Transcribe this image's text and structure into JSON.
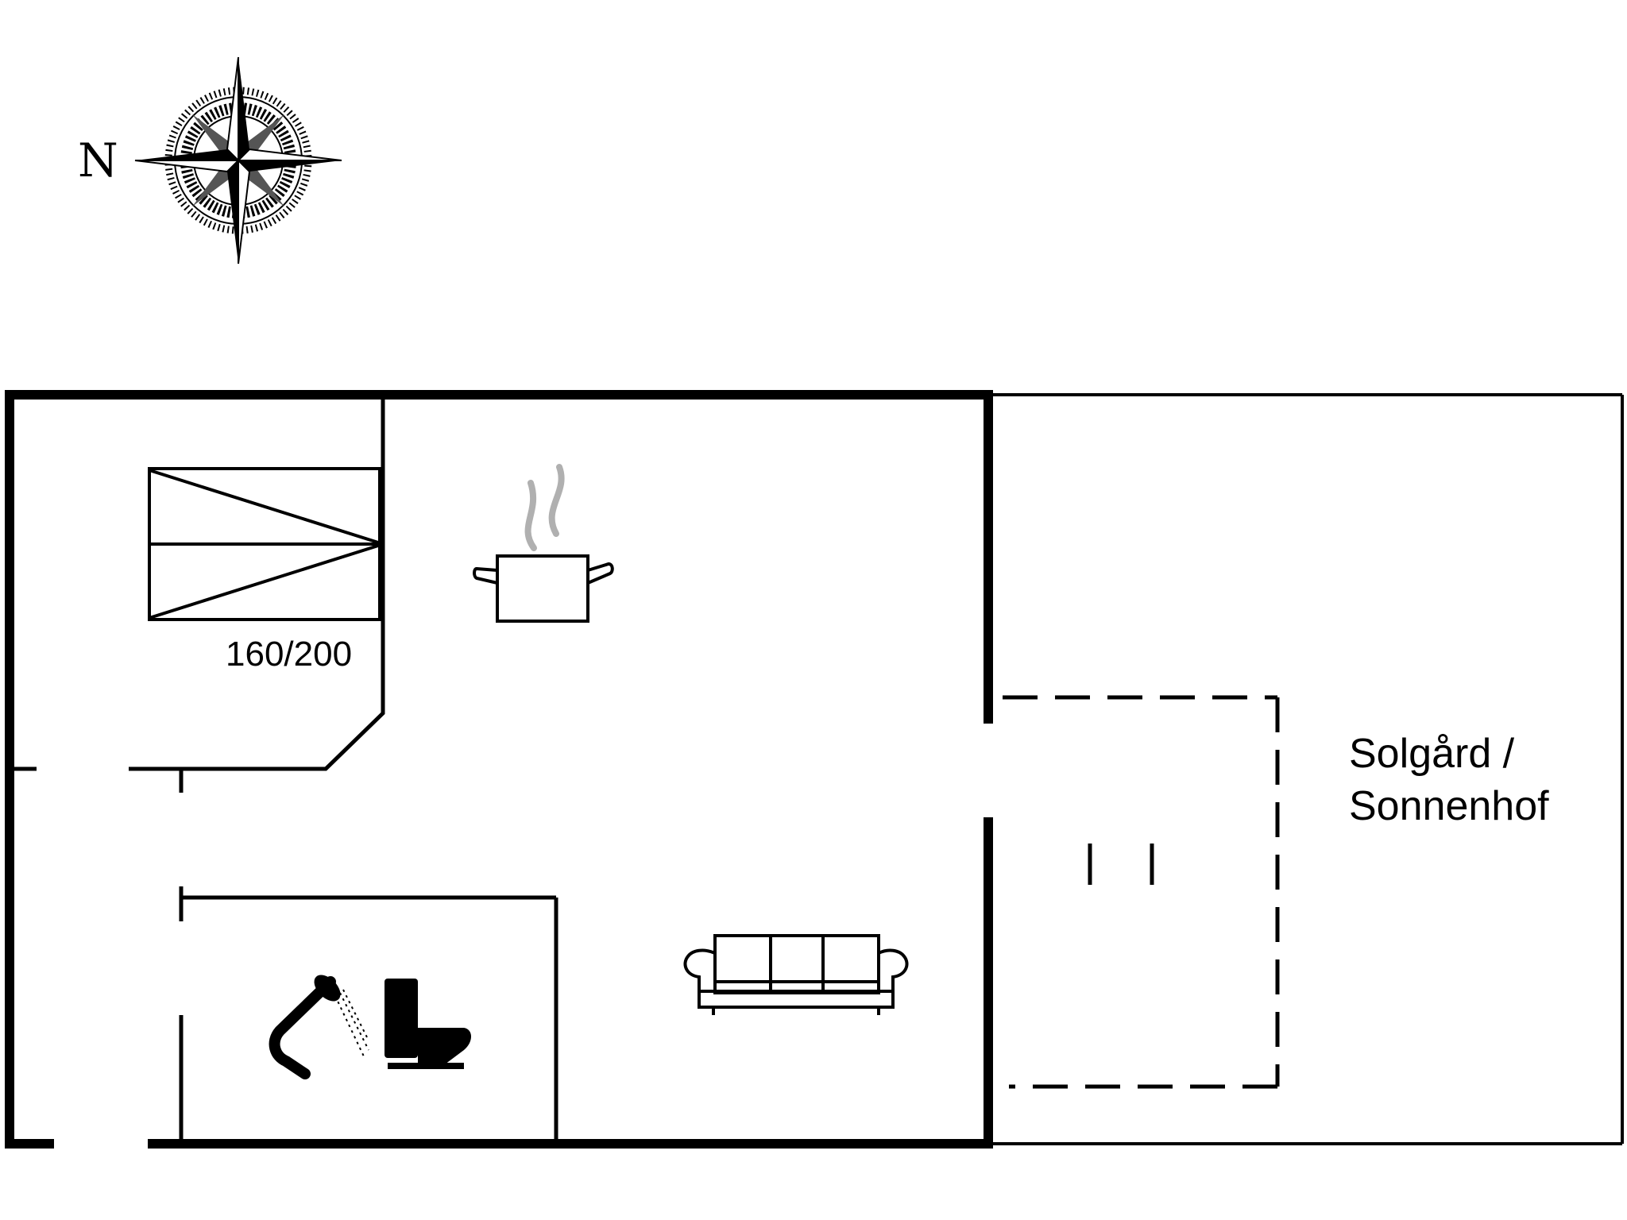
{
  "compass": {
    "north_label": "N",
    "icon": "compass-rose-icon"
  },
  "rooms": {
    "bedroom": {
      "bed_size_label": "160/200",
      "icon": "double-bed-icon"
    },
    "kitchen": {
      "icon": "cooking-pot-icon"
    },
    "living_room": {
      "icon": "sofa-icon"
    },
    "bathroom": {
      "shower_icon": "shower-icon",
      "toilet_icon": "toilet-icon"
    },
    "terrace": {
      "icon": "terrace-area-dashed",
      "name_line1": "Solgård /",
      "name_line2": "Sonnenhof"
    }
  },
  "colors": {
    "wall": "#000000",
    "steam": "#b0b0b0",
    "background": "#ffffff"
  }
}
